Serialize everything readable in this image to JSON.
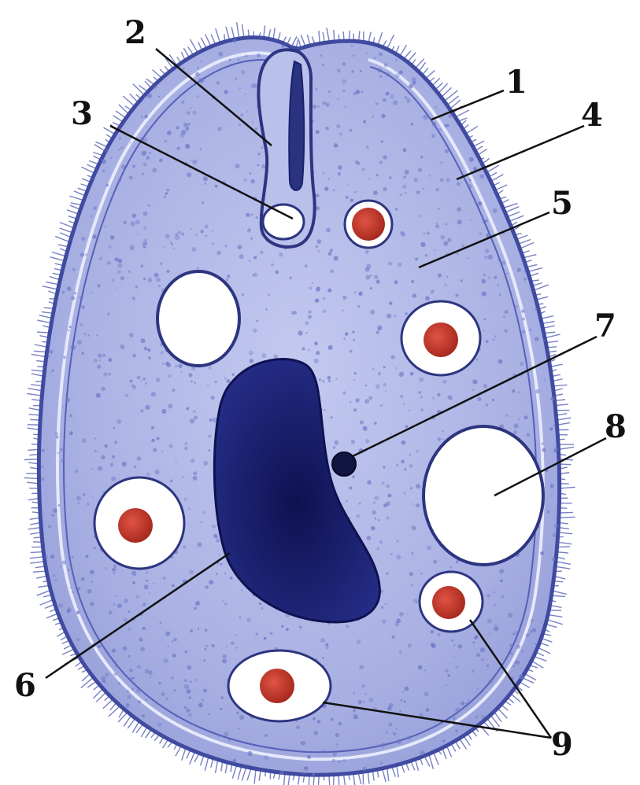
{
  "colors": {
    "body_fill": "#a7b0e3",
    "body_fill_light": "#c8cdf0",
    "membrane": "#3f4aa0",
    "cilia": "#4a55b0",
    "speckle": "#6d77c4",
    "macronucleus": "#1a1f6e",
    "macronucleus_dark": "#0e1250",
    "micronucleus": "#12153f",
    "vacuole_white": "#ffffff",
    "vacuole_rim": "#2d3580",
    "food_particle": "#c8392b",
    "label_line": "#111111",
    "label_text": "#111111"
  },
  "labels": [
    {
      "id": "1",
      "text": "1"
    },
    {
      "id": "2",
      "text": "2"
    },
    {
      "id": "3",
      "text": "3"
    },
    {
      "id": "4",
      "text": "4"
    },
    {
      "id": "5",
      "text": "5"
    },
    {
      "id": "6",
      "text": "6"
    },
    {
      "id": "7",
      "text": "7"
    },
    {
      "id": "8",
      "text": "8"
    },
    {
      "id": "9",
      "text": "9"
    }
  ]
}
